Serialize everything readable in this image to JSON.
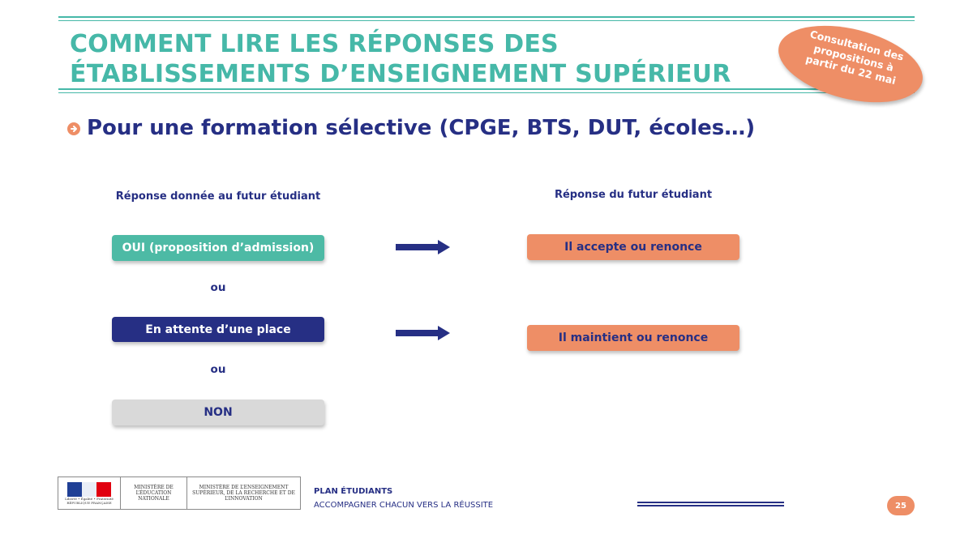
{
  "header": {
    "title_line1": "COMMENT LIRE LES RÉPONSES DES",
    "title_line2": "ÉTABLISSEMENTS D’ENSEIGNEMENT SUPÉRIEUR",
    "badge": "Consultation des propositions à partir du 22 mai"
  },
  "section": {
    "subtitle": "Pour une formation sélective (CPGE, BTS, DUT, écoles…)"
  },
  "left_column": {
    "heading": "Réponse donnée au futur étudiant",
    "options": [
      "OUI (proposition d’admission)",
      "En attente d’une place",
      "NON"
    ],
    "separator": "ou"
  },
  "right_column": {
    "heading": "Réponse du futur étudiant",
    "responses": [
      "Il accepte ou renonce",
      "Il maintient ou renonce"
    ]
  },
  "footer": {
    "logo": {
      "republique": "Liberté • Égalité • Fraternité",
      "republique_name": "RÉPUBLIQUE FRANÇAISE",
      "ministry1": "MINISTÈRE DE L’ÉDUCATION NATIONALE",
      "ministry2": "MINISTÈRE DE L’ENSEIGNEMENT SUPÉRIEUR, DE LA RECHERCHE ET DE L’INNOVATION"
    },
    "program": "PLAN ÉTUDIANTS",
    "tagline": "ACCOMPAGNER CHACUN VERS LA RÉUSSITE",
    "page_number": "25"
  },
  "colors": {
    "teal": "#46b8a8",
    "navy": "#262f84",
    "orange": "#ee8e66",
    "grey": "#d9d9d9"
  }
}
